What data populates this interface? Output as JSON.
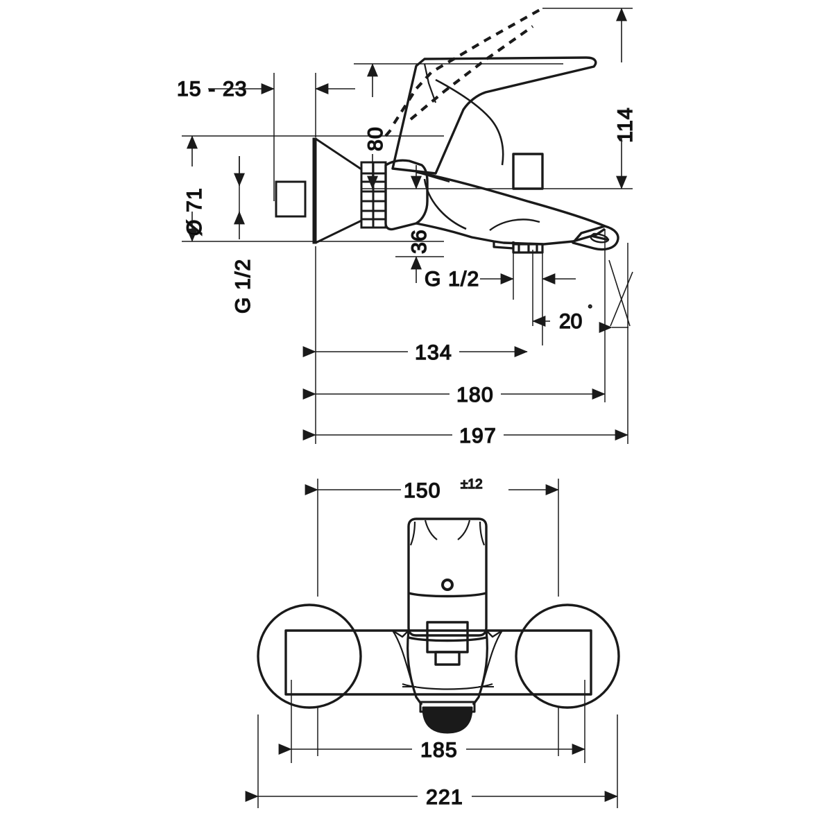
{
  "drawing": {
    "title": "Bath mixer technical dimension drawing",
    "units": "mm",
    "line_color": "#1a1a1a",
    "background": "#ffffff",
    "views": [
      {
        "name": "side-elevation-view",
        "position": "top"
      },
      {
        "name": "front-elevation-view",
        "position": "bottom"
      }
    ]
  },
  "dimensions": {
    "wall_offset_range": "15 - 23",
    "escutcheon_diameter": "Ø 71",
    "thread_wall": "G 1/2",
    "handle_height": "80",
    "spout_height_from_center": "36",
    "total_height": "114",
    "thread_outlet": "G 1/2",
    "outlet_angle": "20",
    "outlet_angle_unit": "˚",
    "depth_to_outlet": "134",
    "depth_to_spout": "180",
    "depth_overall": "197",
    "center_distance": "150",
    "center_distance_tolerance": "±12",
    "body_width": "185",
    "overall_width": "221"
  },
  "labels": [
    {
      "name": "label-15-23",
      "text": "15 - 23"
    },
    {
      "name": "label-diameter-71",
      "text": "Ø 71"
    },
    {
      "name": "label-g-half-wall",
      "text": "G 1/2"
    },
    {
      "name": "label-80",
      "text": "80"
    },
    {
      "name": "label-36",
      "text": "36"
    },
    {
      "name": "label-114",
      "text": "114"
    },
    {
      "name": "label-g-half-outlet",
      "text": "G 1/2"
    },
    {
      "name": "label-20-deg",
      "text": "20"
    },
    {
      "name": "label-134",
      "text": "134"
    },
    {
      "name": "label-180",
      "text": "180"
    },
    {
      "name": "label-197",
      "text": "197"
    },
    {
      "name": "label-150",
      "text": "150"
    },
    {
      "name": "label-150-tol",
      "text": "±12"
    },
    {
      "name": "label-185",
      "text": "185"
    },
    {
      "name": "label-221",
      "text": "221"
    }
  ]
}
